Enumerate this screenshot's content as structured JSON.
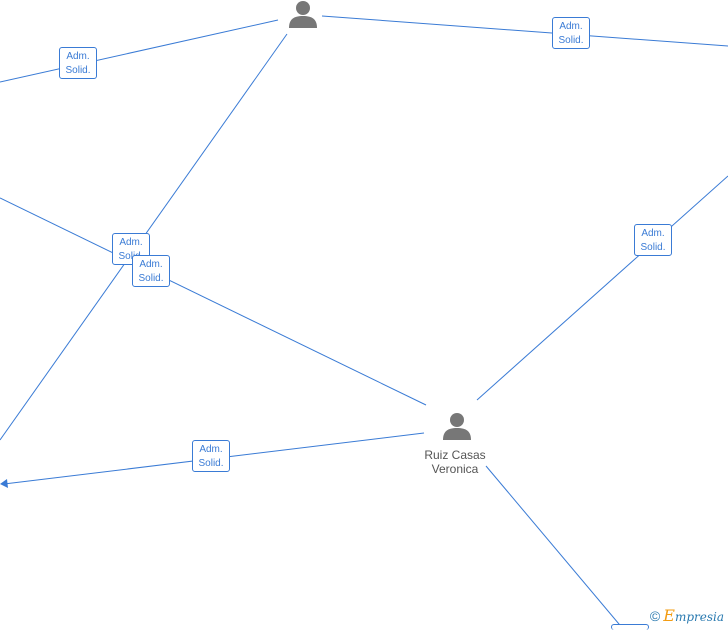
{
  "edge_label": {
    "line1": "Adm.",
    "line2": "Solid."
  },
  "nodes": {
    "center_person": {
      "name_line1": "Ruiz Casas",
      "name_line2": "Veronica"
    }
  },
  "footer": {
    "copyright": "©",
    "brand_initial": "E",
    "brand_rest": "mpresia"
  }
}
